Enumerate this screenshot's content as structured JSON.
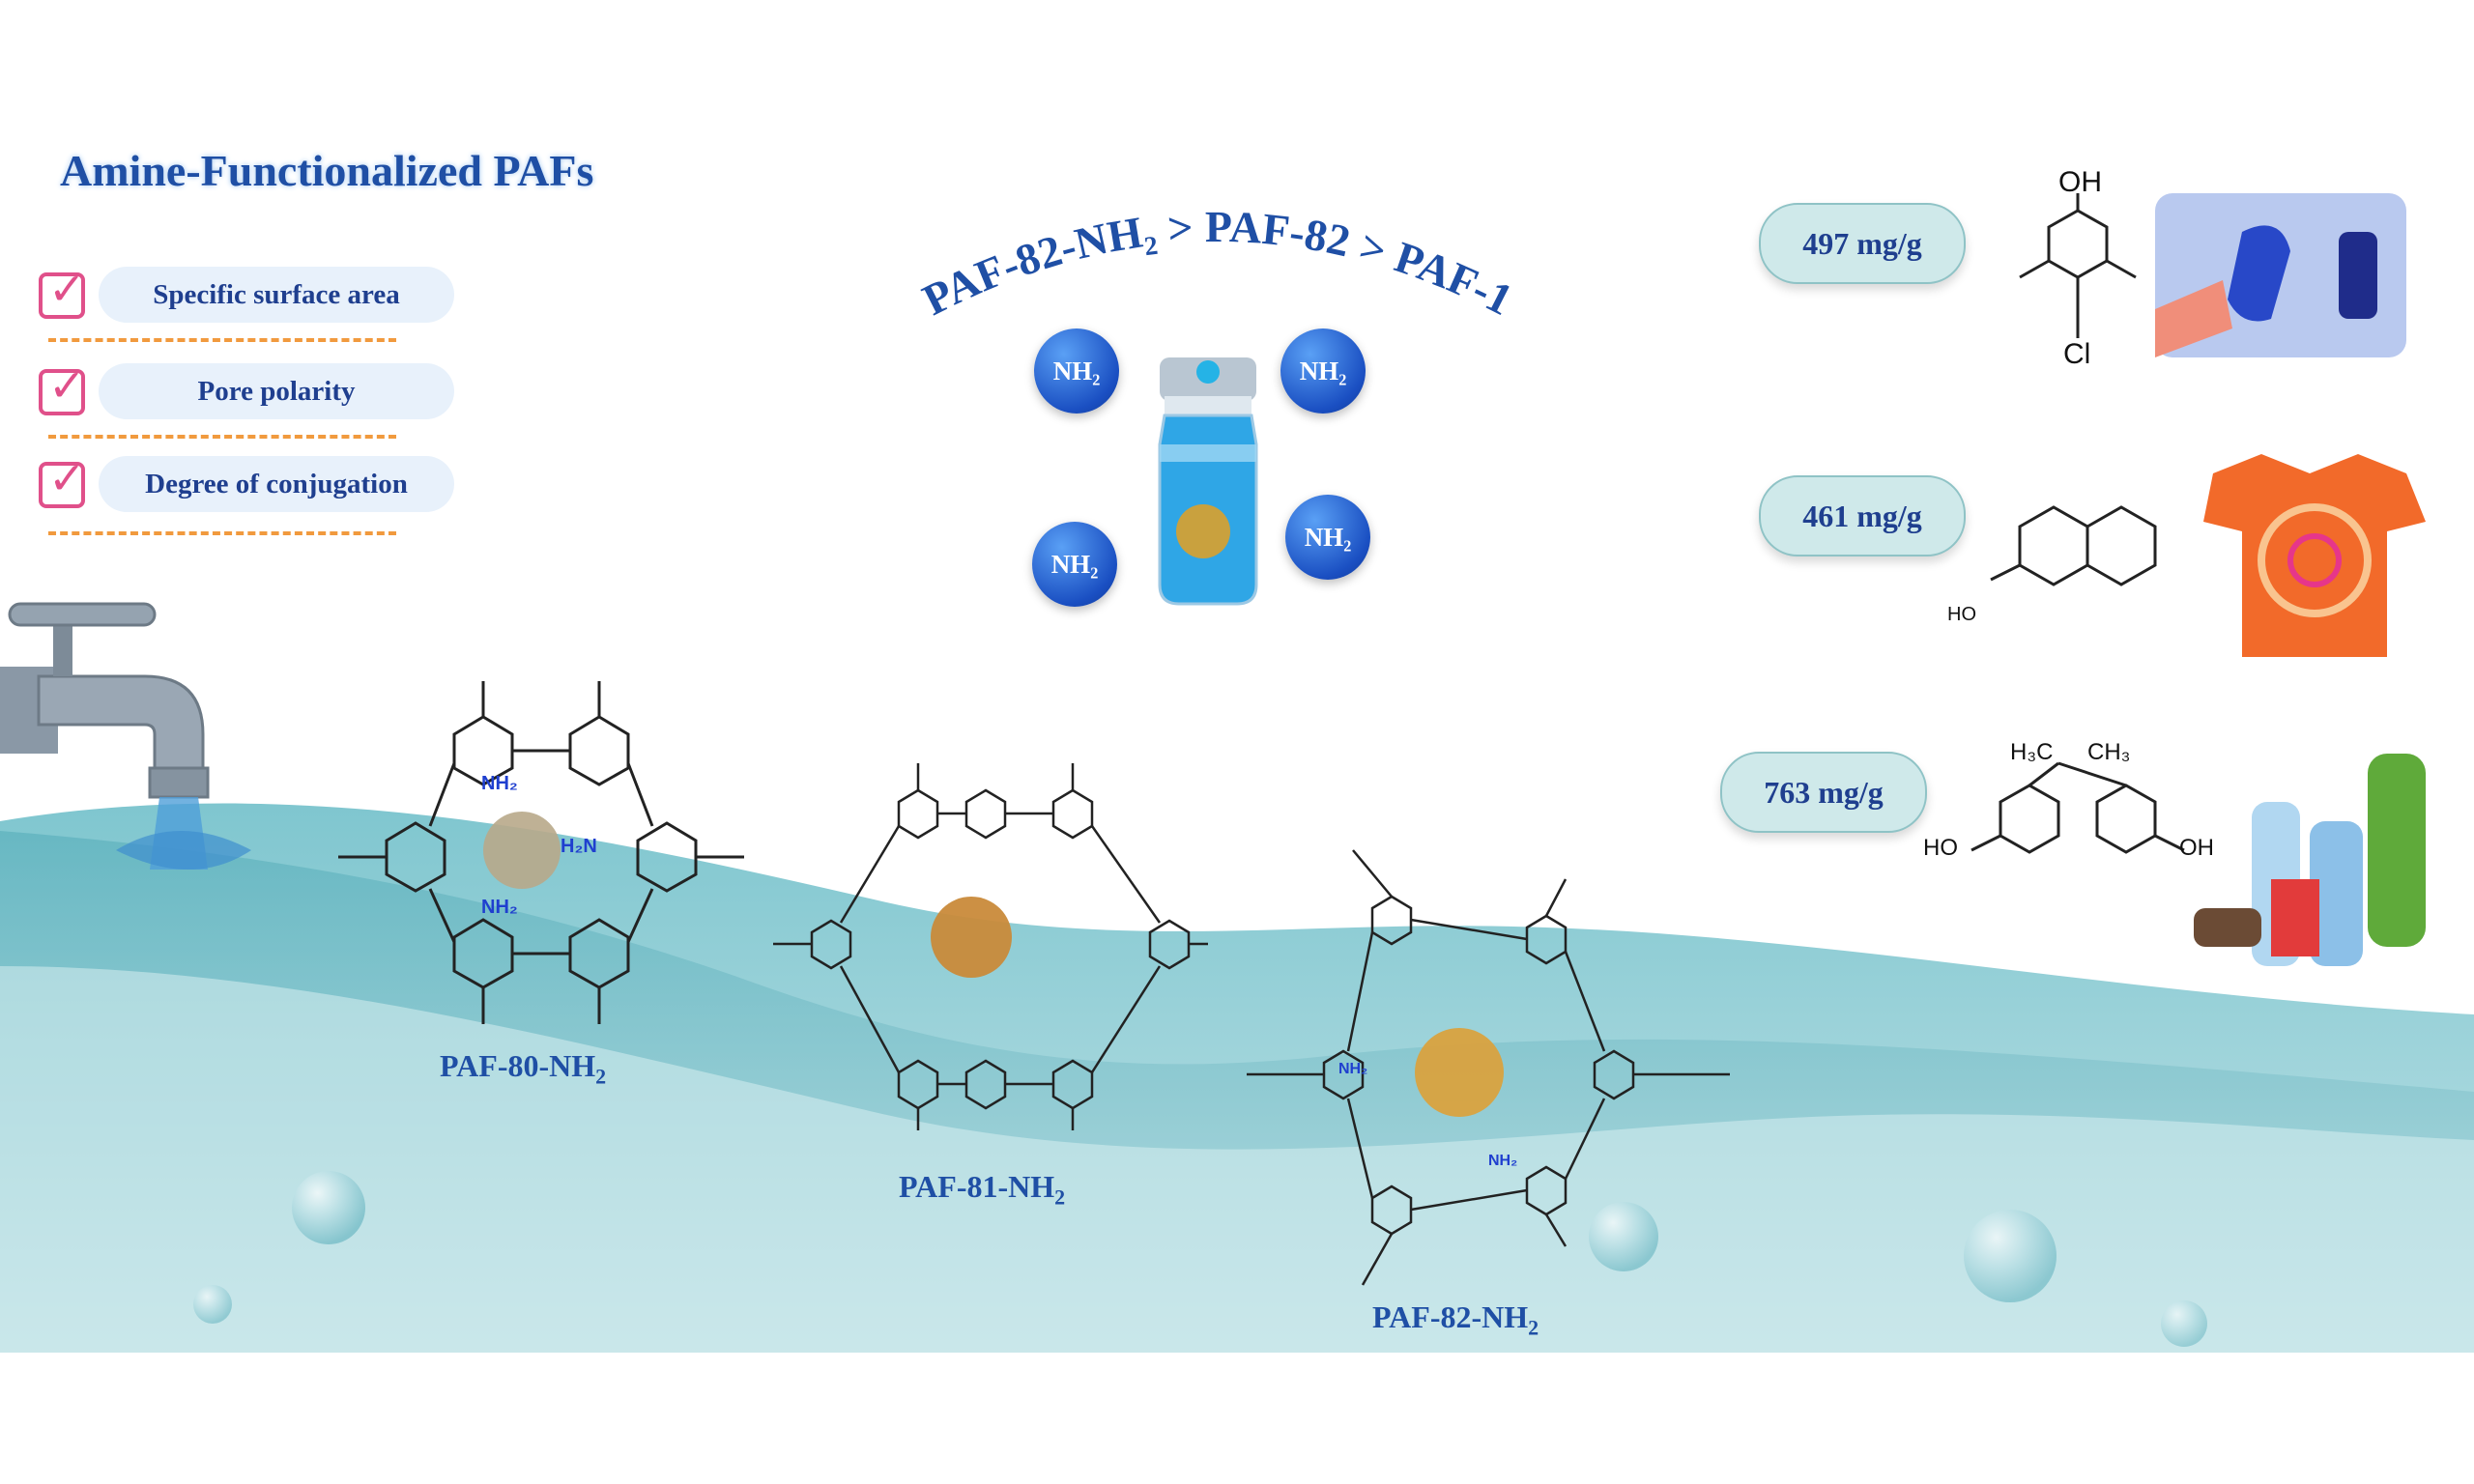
{
  "title": "Amine-Functionalized PAFs",
  "criteria": [
    {
      "label": "Specific surface area"
    },
    {
      "label": "Pore polarity"
    },
    {
      "label": "Degree of  conjugation"
    }
  ],
  "ranking": {
    "text": "PAF-82-NH₂ > PAF-82 > PAF-1"
  },
  "nh2_badge": "NH₂",
  "structures": [
    {
      "name": "PAF-80-NH",
      "sub": "2"
    },
    {
      "name": "PAF-81-NH",
      "sub": "2"
    },
    {
      "name": "PAF-82-NH",
      "sub": "2"
    }
  ],
  "adsorption": [
    {
      "capacity": "497 mg/g",
      "pollutant_labels": [
        "OH",
        "Cl"
      ],
      "application_icon": "cleaning-spray-icon"
    },
    {
      "capacity": "461 mg/g",
      "pollutant_labels": [
        "HO"
      ],
      "application_icon": "tie-dye-shirt-icon"
    },
    {
      "capacity": "763 mg/g",
      "pollutant_labels": [
        "H₃C",
        "CH₃",
        "HO",
        "OH"
      ],
      "application_icon": "plastic-bottles-icon"
    }
  ],
  "amine_label": "NH₂",
  "amine_label_alt": "H₂N",
  "colors": {
    "water": "#5fb3bf",
    "water_light": "#c7e7ea",
    "title_blue": "#1f4fa5",
    "check_pink": "#e0508a",
    "dash_orange": "#f19a3e"
  }
}
